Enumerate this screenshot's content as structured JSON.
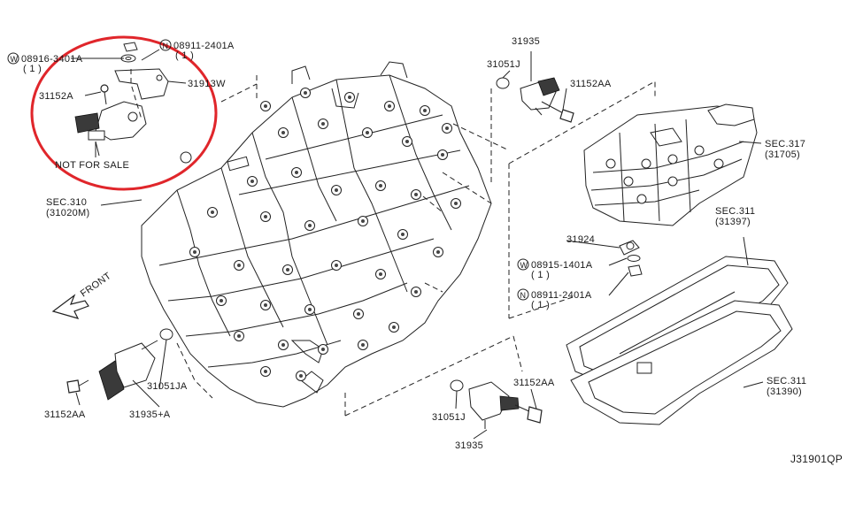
{
  "labels": {
    "washer_08916": "08916-3401A",
    "washer_08916_qty": "( 1 )",
    "washer_08916_prefix": "W",
    "nut_08911_top": "08911-2401A",
    "nut_08911_top_prefix": "N",
    "nut_08911_top_qty": "( 1 )",
    "bracket_31913w": "31913W",
    "bolt_31152a": "31152A",
    "not_for_sale": "NOT FOR SALE",
    "sec310": "SEC.310",
    "sec310_ref": "(31020M)",
    "front": "FRONT",
    "sensor_top": "31935",
    "oring_top": "31051J",
    "bolt_top": "31152AA",
    "sec317": "SEC.317",
    "sec317_ref": "(31705)",
    "sec311_upper": "SEC.311",
    "sec311_upper_ref": "(31397)",
    "clip_31924": "31924",
    "washer_08915": "08915-1401A",
    "washer_08915_prefix": "W",
    "washer_08915_qty": "( 1 )",
    "nut_08911_mid": "08911-2401A",
    "nut_08911_mid_prefix": "N",
    "nut_08911_mid_qty": "( 1 )",
    "sec311_lower": "SEC.311",
    "sec311_lower_ref": "(31390)",
    "bolt_left": "31152AA",
    "oring_left": "31051JA",
    "sensor_left": "31935+A",
    "oring_bottom": "31051J",
    "sensor_bottom": "31935",
    "bolt_bottom": "31152AA",
    "diagram_id": "J31901QP"
  },
  "colors": {
    "highlight": "#e0262b",
    "ink": "#222222"
  }
}
